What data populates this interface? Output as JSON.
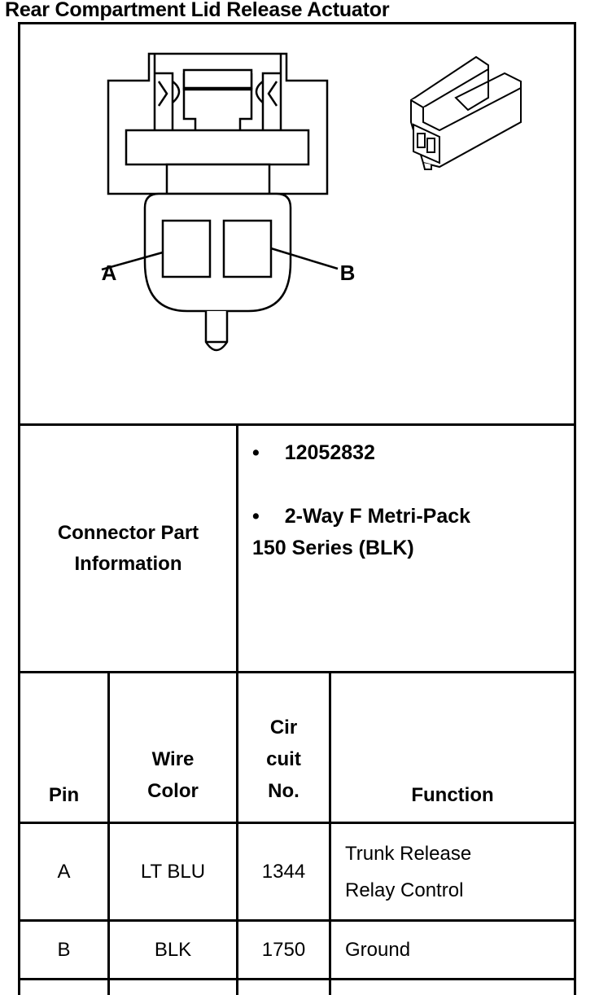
{
  "title": "Rear Compartment Lid Release Actuator",
  "diagram": {
    "pin_labels": [
      "A",
      "B"
    ],
    "illustration_icon": "connector-face-icon",
    "thumbnail_icon": "connector-3d-icon"
  },
  "connector_info": {
    "label_line1": "Connector Part",
    "label_line2": "Information",
    "items": [
      {
        "text": "12052832"
      },
      {
        "text": "2-Way F Metri-Pack",
        "continuation": "150 Series (BLK)"
      }
    ]
  },
  "pin_table": {
    "headers": {
      "pin": "Pin",
      "wire_color_1": "Wire",
      "wire_color_2": "Color",
      "circuit_1": "Cir",
      "circuit_2": "cuit",
      "circuit_3": "No.",
      "function": "Function"
    },
    "rows": [
      {
        "pin": "A",
        "wire_color": "LT BLU",
        "circuit": "1344",
        "function_1": "Trunk Release",
        "function_2": "Relay Control"
      },
      {
        "pin": "B",
        "wire_color": "BLK",
        "circuit": "1750",
        "function_1": "Ground",
        "function_2": ""
      }
    ]
  }
}
